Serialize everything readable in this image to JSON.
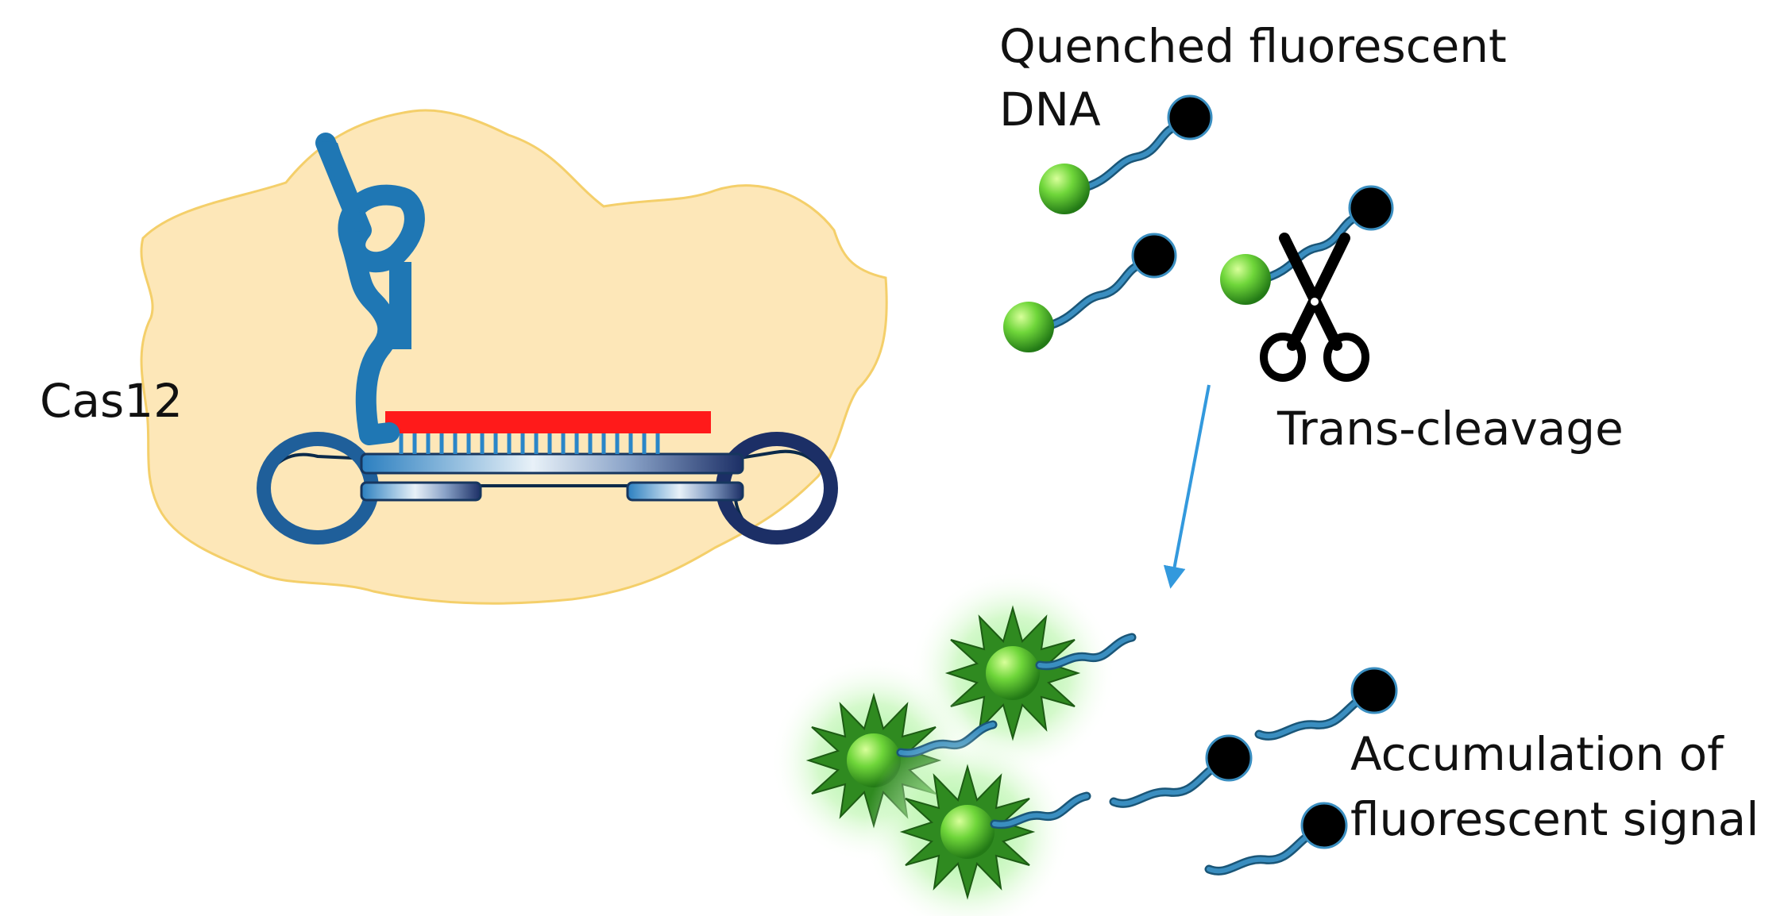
{
  "labels": {
    "cas12": "Cas12",
    "quenched_line1": "Quenched fluorescent",
    "quenched_line2": "DNA",
    "trans_cleavage": "Trans-cleavage",
    "accumulation_line1": "Accumulation of",
    "accumulation_line2": "fluorescent signal"
  },
  "colors": {
    "protein_fill": "#fde7b8",
    "protein_outline": "#f4cf6a",
    "crrna_blue": "#1f77b4",
    "target_red": "#ff1a1a",
    "fluorophore_green": "#58c62a",
    "quencher_black": "#000000",
    "dna_strand": "#2a6f97",
    "arrow_blue": "#3399dd",
    "glow_green": "#8ff08a"
  },
  "icons": [
    "scissors-icon",
    "fluorophore-icon",
    "quencher-icon",
    "arrow-down-icon"
  ]
}
